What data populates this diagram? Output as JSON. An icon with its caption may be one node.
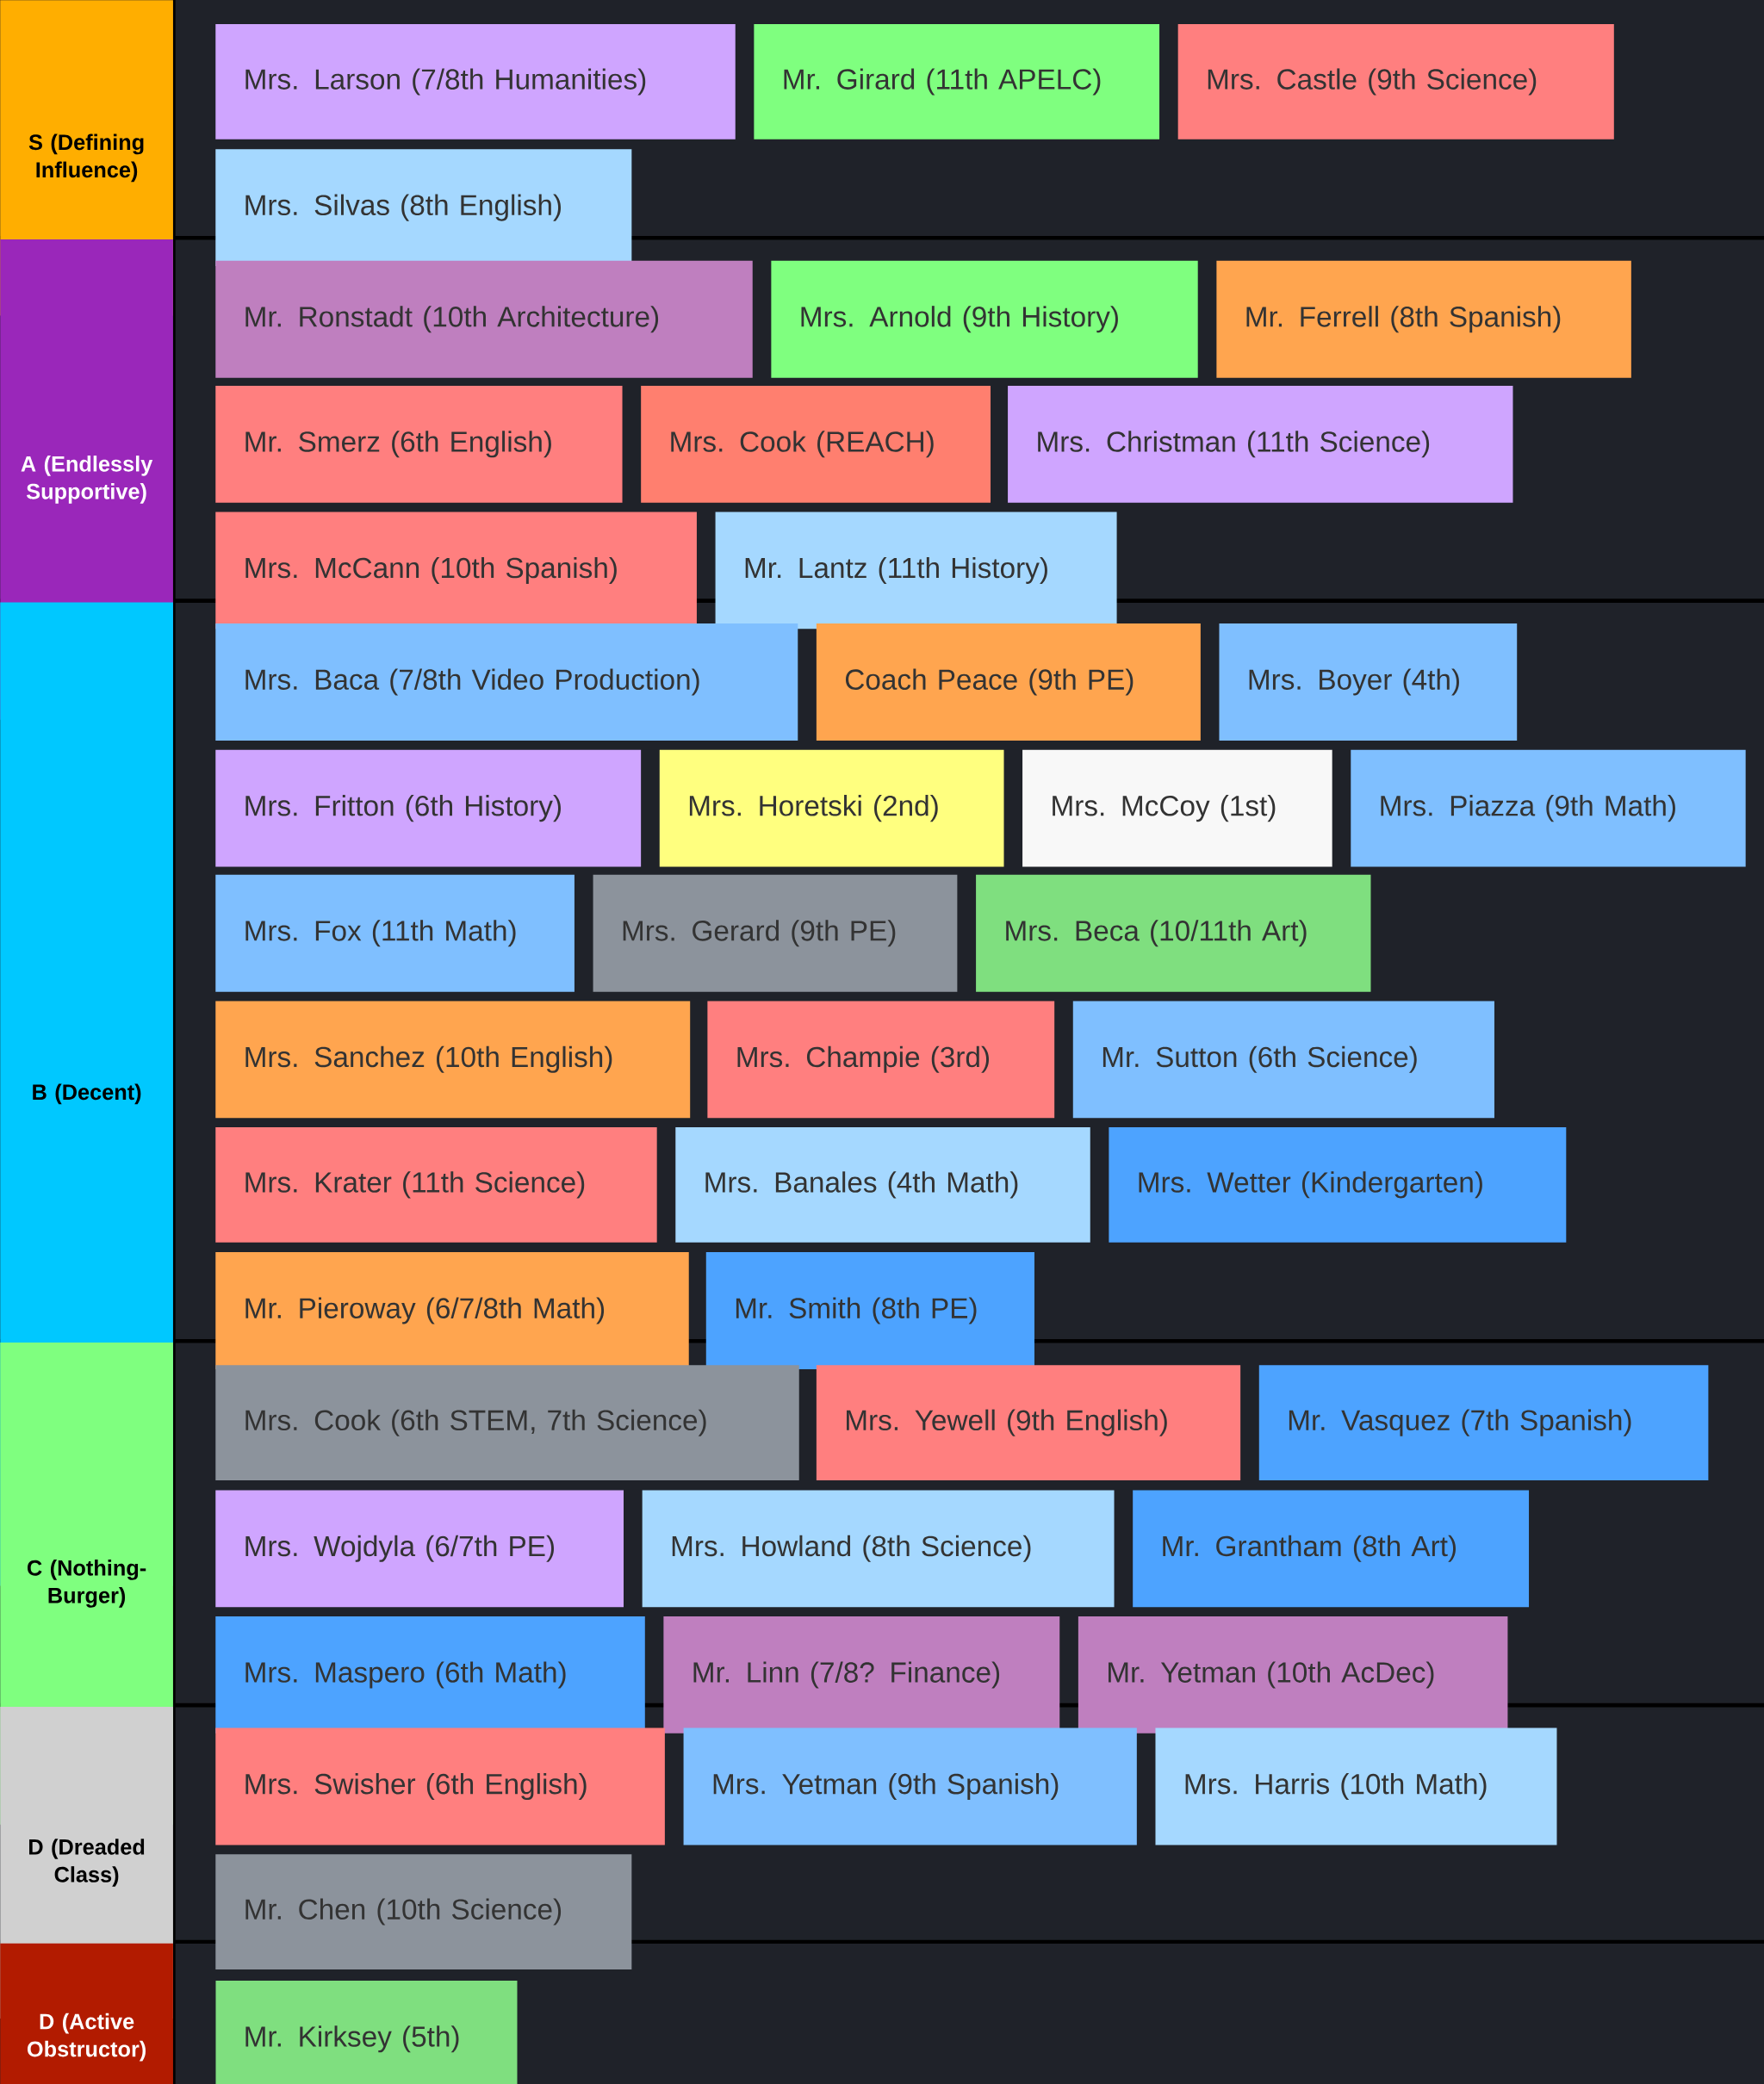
{
  "diagram": {
    "nodes": [
      {
        "text": [
          "S (Defining Influence)"
        ]
      },
      {
        "text": [
          "Mrs. Larson (7/8th Humanities)"
        ]
      },
      {
        "text": [
          "Mr. Girard (11th APELC)"
        ]
      },
      {
        "text": [
          "Mrs. Castle (9th Science)"
        ]
      },
      {
        "text": [
          "Mrs. Silvas (8th English)"
        ]
      },
      {
        "text": [
          "A (Endlessly Supportive)"
        ]
      },
      {
        "text": [
          "Mr. Ronstadt (10th Architecture)"
        ]
      },
      {
        "text": [
          "Mrs. Arnold (9th History)"
        ]
      },
      {
        "text": [
          "Mr. Ferrell (8th Spanish)"
        ]
      },
      {
        "text": [
          "Mr. Smerz (6th English)"
        ]
      },
      {
        "text": [
          "Mrs. Cook (REACH)"
        ]
      },
      {
        "text": [
          "Mrs. Christman (11th Science)"
        ]
      },
      {
        "text": [
          "Mrs. McCann (10th Spanish)"
        ]
      },
      {
        "text": [
          "Mr. Lantz (11th History)"
        ]
      },
      {
        "text": [
          "B (Decent)"
        ]
      },
      {
        "text": [
          "Mrs. Baca (7/8th Video Production)"
        ]
      },
      {
        "text": [
          "Coach Peace (9th PE)"
        ]
      },
      {
        "text": [
          "Mrs. Boyer (4th)"
        ]
      },
      {
        "text": [
          "Mrs. Fritton (6th History)"
        ]
      },
      {
        "text": [
          "Mrs. Horetski (2nd)"
        ]
      },
      {
        "text": [
          "Mrs. McCoy (1st)"
        ]
      },
      {
        "text": [
          "Mrs. Piazza (9th Math)"
        ]
      },
      {
        "text": [
          "Mrs. Fox (11th Math)"
        ]
      },
      {
        "text": [
          "Mrs. Gerard (9th PE)"
        ]
      },
      {
        "text": [
          "Mrs. Beca (10/11th Art)"
        ]
      },
      {
        "text": [
          "Mrs. Sanchez (10th English)"
        ]
      },
      {
        "text": [
          "Mrs. Champie (3rd)"
        ]
      },
      {
        "text": [
          "Mr. Sutton (6th Science)"
        ]
      },
      {
        "text": [
          "Mrs. Krater (11th Science)"
        ]
      },
      {
        "text": [
          "Mrs. Banales (4th Math)"
        ]
      },
      {
        "text": [
          "Mrs. Wetter (Kindergarten)"
        ]
      },
      {
        "text": [
          "Mr. Pieroway (6/7/8th Math)"
        ]
      },
      {
        "text": [
          "Mr. Smith (8th PE)"
        ]
      },
      {
        "text": [
          "C (Nothing-Burger)"
        ]
      },
      {
        "text": [
          "Mrs. Cook (6th STEM, 7th Science)"
        ]
      },
      {
        "text": [
          "Mrs. Yewell (9th English)"
        ]
      },
      {
        "text": [
          "Mr. Vasquez (7th Spanish)"
        ]
      },
      {
        "text": [
          "Mrs. Wojdyla (6/7th PE)"
        ]
      },
      {
        "text": [
          "Mrs. Howland (8th Science)"
        ]
      },
      {
        "text": [
          "Mr. Grantham (8th Art)"
        ]
      },
      {
        "text": [
          "Mrs. Maspero (6th Math)"
        ]
      },
      {
        "text": [
          "Mr. Linn (7/8? Finance)"
        ]
      },
      {
        "text": [
          "Mr. Yetman (10th AcDec)"
        ]
      },
      {
        "text": [
          "D (Dreaded Class)"
        ]
      },
      {
        "text": [
          "Mrs. Swisher (6th English)"
        ]
      },
      {
        "text": [
          "Mrs. Yetman (9th Spanish)"
        ]
      },
      {
        "text": [
          "Mrs. Harris (10th Math)"
        ]
      },
      {
        "text": [
          "Mr. Chen (10th Science)"
        ]
      },
      {
        "text": [
          "D (Active Obstructor)"
        ]
      },
      {
        "text": [
          "Mr. Kirksey (5th)"
        ]
      }
    ]
  }
}
